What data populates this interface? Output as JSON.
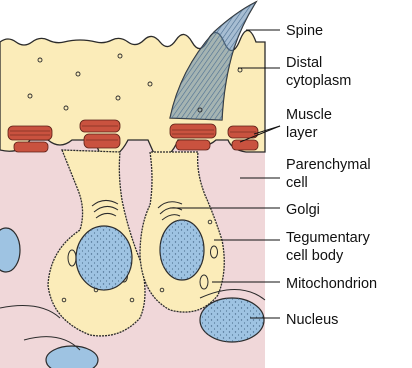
{
  "labels": {
    "spine": "Spine",
    "distal_line1": "Distal",
    "distal_line2": "cytoplasm",
    "muscle_line1": "Muscle",
    "muscle_line2": "layer",
    "parenchymal_line1": "Parenchymal",
    "parenchymal_line2": "cell",
    "golgi": "Golgi",
    "tegumentary_line1": "Tegumentary",
    "tegumentary_line2": "cell body",
    "mitochondrion": "Mitochondrion",
    "nucleus": "Nucleus"
  },
  "colors": {
    "cytoplasm": "#fbecb9",
    "parenchyma": "#f0d7d9",
    "nucleus": "#9ec3e2",
    "spine": "#5f86ad",
    "muscle": "#c9523f",
    "outline": "#2b2b2b"
  }
}
